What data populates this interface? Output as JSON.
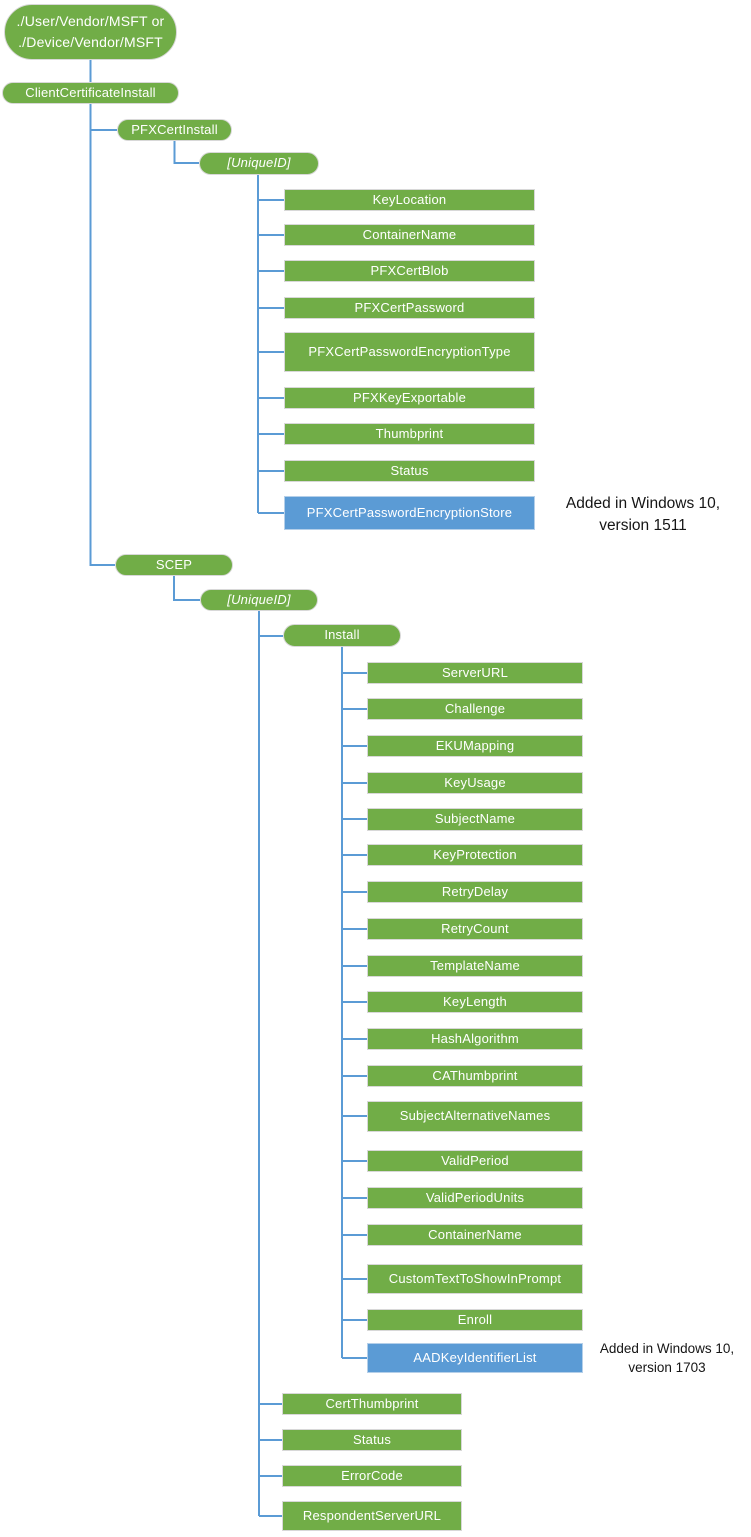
{
  "colors": {
    "node_green": "#71ad47",
    "node_blue": "#5b9bd5",
    "connector_blue": "#5b9bd5",
    "node_text": "#ffffff",
    "annotation_text": "#151515"
  },
  "tree": {
    "root": {
      "line1": "./User/Vendor/MSFT or",
      "line2": "./Device/Vendor/MSFT"
    },
    "client_certificate_install": {
      "label": "ClientCertificateInstall"
    },
    "pfx_cert_install": {
      "label": "PFXCertInstall",
      "unique_id": {
        "label": "[UniqueID]"
      },
      "children": [
        "KeyLocation",
        "ContainerName",
        "PFXCertBlob",
        "PFXCertPassword",
        "PFXCertPasswordEncryptionType",
        "PFXKeyExportable",
        "Thumbprint",
        "Status",
        "PFXCertPasswordEncryptionStore"
      ]
    },
    "scep": {
      "label": "SCEP",
      "unique_id": {
        "label": "[UniqueID]"
      },
      "install": {
        "label": "Install",
        "children": [
          "ServerURL",
          "Challenge",
          "EKUMapping",
          "KeyUsage",
          "SubjectName",
          "KeyProtection",
          "RetryDelay",
          "RetryCount",
          "TemplateName",
          "KeyLength",
          "HashAlgorithm",
          "CAThumbprint",
          "SubjectAlternativeNames",
          "ValidPeriod",
          "ValidPeriodUnits",
          "ContainerName",
          "CustomTextToShowInPrompt",
          "Enroll",
          "AADKeyIdentifierList"
        ]
      },
      "children": [
        "CertThumbprint",
        "Status",
        "ErrorCode",
        "RespondentServerURL"
      ]
    }
  },
  "annotations": {
    "v1511": {
      "line1": "Added in Windows 10,",
      "line2": "version 1511"
    },
    "v1703": {
      "line1": "Added in Windows 10,",
      "line2": "version 1703"
    }
  }
}
